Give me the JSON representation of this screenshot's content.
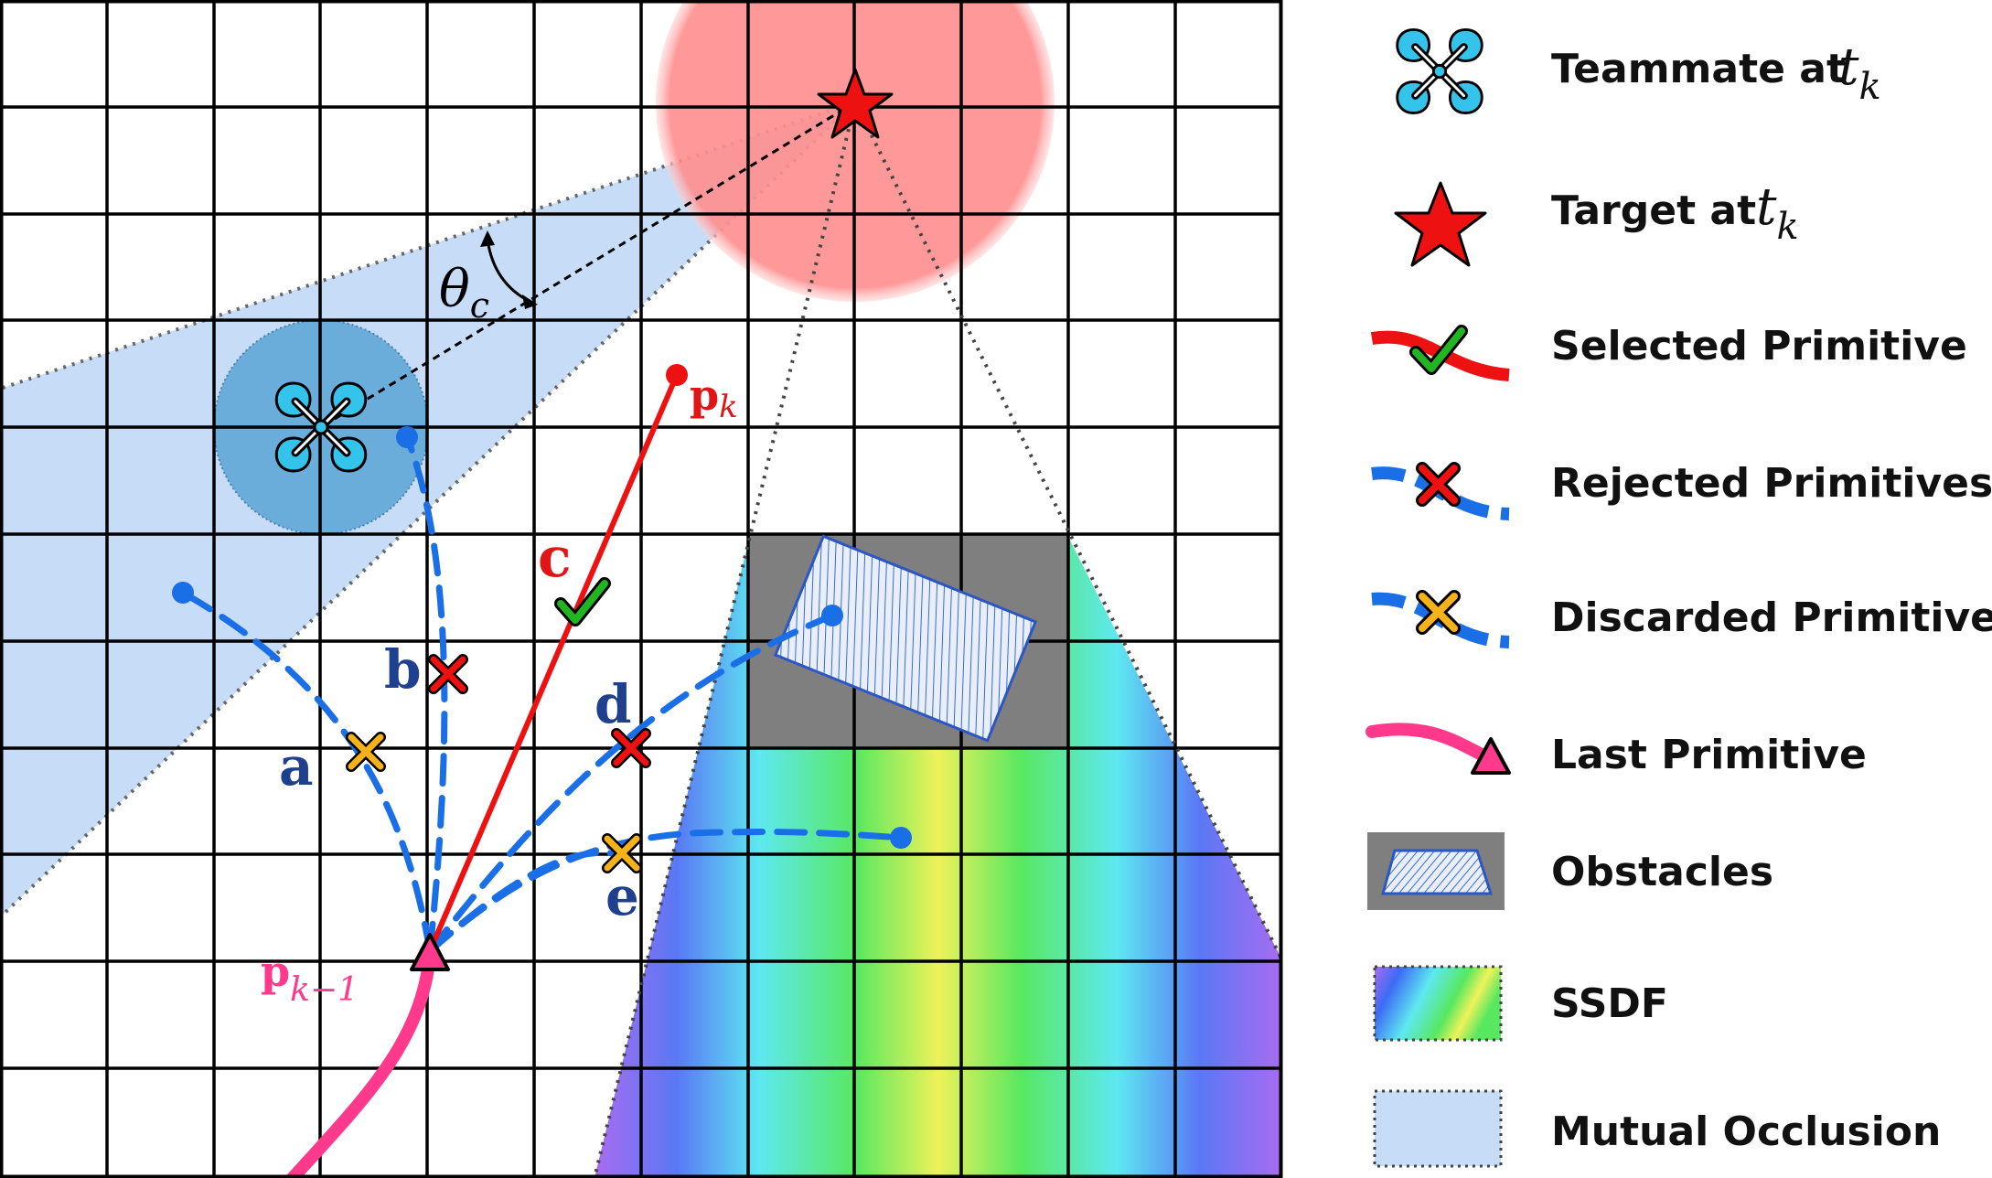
{
  "labels": {
    "a": "a",
    "b": "b",
    "c": "c",
    "d": "d",
    "e": "e",
    "p_k_base": "p",
    "p_k_sub": "k",
    "p_km1_base": "p",
    "p_km1_sub": "k−1",
    "theta_base": "θ",
    "theta_sub": "c"
  },
  "legend": {
    "teammate": {
      "text": "Teammate at",
      "math": "t",
      "sub": "k"
    },
    "target": {
      "text": "Target at",
      "math": "t",
      "sub": "k"
    },
    "selected": {
      "text": "Selected Primitive"
    },
    "rejected": {
      "text": "Rejected Primitives"
    },
    "discarded": {
      "text": "Discarded Primitives"
    },
    "last": {
      "text": "Last Primitive"
    },
    "obstacles": {
      "text": "Obstacles"
    },
    "ssdf": {
      "text": "SSDF"
    },
    "occlusion": {
      "text": "Mutual Occlusion"
    }
  },
  "colors": {
    "selected": "#ee1111",
    "rejected": "#1a6fe6",
    "discarded_marker": "#f5b21a",
    "rejected_marker": "#ee1111",
    "last": "#ff3a8c",
    "target": "#ee1111",
    "target_zone": "#ff8a8a",
    "teammate": "#34c3ea",
    "occlusion": "#c6dcf7",
    "obstacle": "#7f7f7f",
    "label_blue": "#1f3f8f",
    "label_red": "#e01515",
    "label_pink": "#ff3a8c"
  },
  "icons": [
    "quadrotor-icon",
    "star-icon",
    "check-icon",
    "cross-icon",
    "triangle-icon"
  ]
}
